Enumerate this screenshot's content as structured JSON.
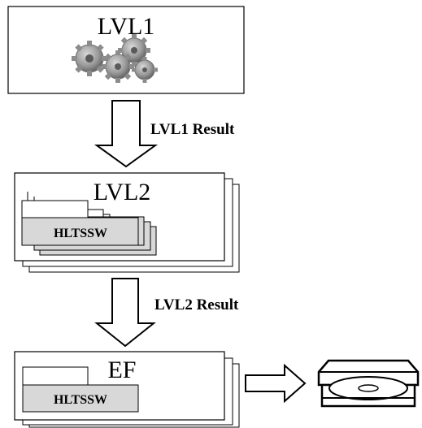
{
  "lvl1": {
    "title": "LVL1",
    "icon": "gears-icon"
  },
  "arrow1": {
    "label": "LVL1 Result"
  },
  "lvl2": {
    "title": "LVL2",
    "component": "HLTSSW",
    "icon": "stacked-folders-icon"
  },
  "arrow2": {
    "label": "LVL2 Result"
  },
  "ef": {
    "title": "EF",
    "component": "HLTSSW",
    "icon": "folder-icon"
  },
  "storage": {
    "icon": "disk-drive-icon"
  },
  "colors": {
    "folder_fill": "#d8d8d8",
    "gear_fill": "#9a9a9a",
    "line": "#000000"
  }
}
